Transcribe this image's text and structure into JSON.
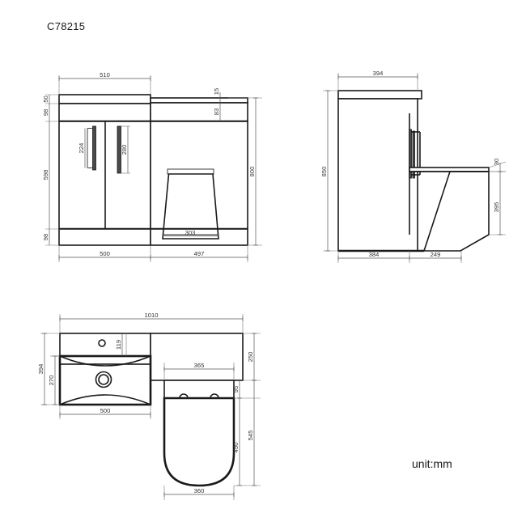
{
  "sheet": {
    "title": "C78215",
    "unit_note": "unit:mm",
    "line_color": "#1a1a1a",
    "dim_color": "#555555",
    "background": "#ffffff"
  },
  "views": {
    "front": {
      "name": "front-elevation",
      "dimensions": {
        "top_width": "510",
        "countertop_thickness": "50",
        "upper_gap": "98",
        "door_height": "598",
        "plinth_height": "98",
        "right_top_thin": "15",
        "right_band": "83",
        "total_height": "800",
        "handle_left": "224",
        "handle_right": "280",
        "toilet_base_width": "303",
        "bottom_left_width": "500",
        "bottom_right_width": "497"
      }
    },
    "side": {
      "name": "side-elevation",
      "dimensions": {
        "top_depth": "394",
        "total_height": "850",
        "cabinet_depth": "384",
        "toilet_depth": "249",
        "seat_thickness": "30",
        "seat_height": "395"
      }
    },
    "plan": {
      "name": "plan-view",
      "dimensions": {
        "overall_width": "1010",
        "basin_depth": "394",
        "bowl_depth": "270",
        "tap_offset": "119",
        "basin_width": "500",
        "right_depth": "250",
        "cistern_width": "365",
        "seat_gap": "95",
        "seat_length": "450",
        "right_total": "545",
        "bowl_width": "360"
      }
    }
  }
}
